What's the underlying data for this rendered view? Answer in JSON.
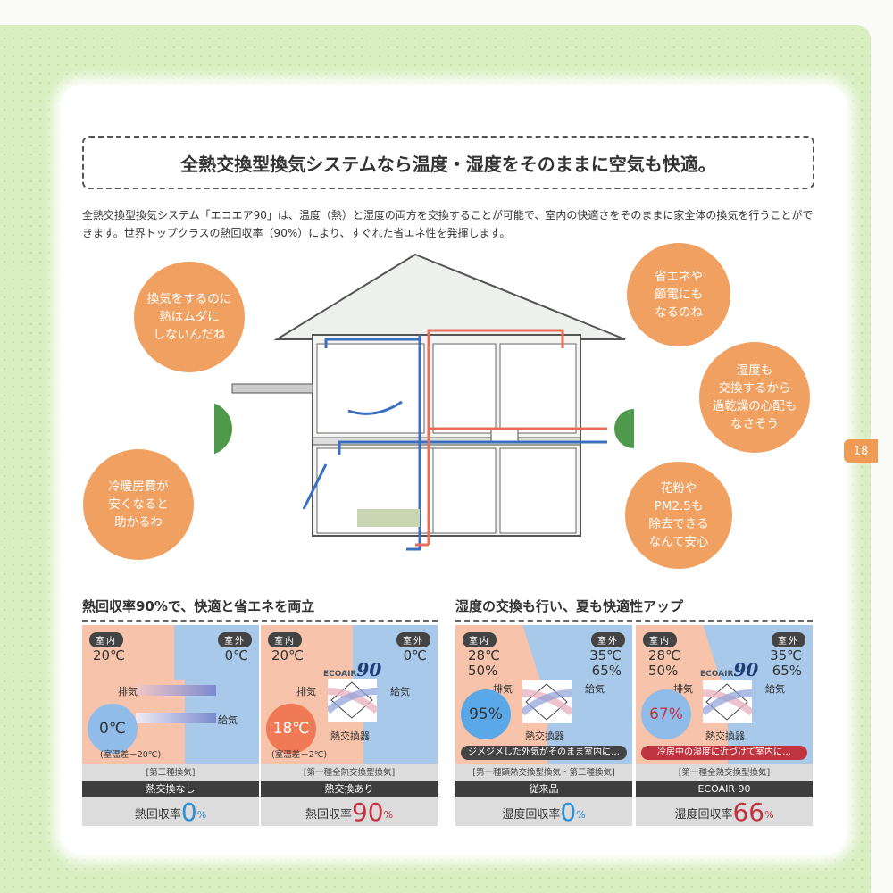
{
  "page_number": "18",
  "title": "全熱交換型換気システムなら温度・湿度をそのままに空気も快適。",
  "intro": "全熱交換型換気システム「エコエア90」は、温度（熱）と湿度の両方を交換することが可能で、室内の快適さをそのままに家全体の換気を行うことができます。世界トップクラスの熱回収率（90%）により、すぐれた省エネ性を発揮します。",
  "bubbles": {
    "b1": "換気をするのに\n熱はムダに\nしないんだね",
    "b2": "冷暖房費が\n安くなると\n助かるわ",
    "b3": "省エネや\n節電にも\nなるのね",
    "b4": "湿度も\n交換するから\n過乾燥の心配も\nなさそう",
    "b5": "花粉や\nPM2.5も\n除去できる\nなんて安心"
  },
  "sections": {
    "heat": "熱回収率90%で、快適と省エネを両立",
    "humidity": "湿度の交換も行い、夏も快適性アップ"
  },
  "labels": {
    "indoor": "室内",
    "outdoor": "室外",
    "exhaust": "排気",
    "supply": "給気",
    "exchanger": "熱交換器",
    "logo_text": "ECOAIR",
    "logo_num": "90"
  },
  "panels": [
    {
      "in": "20℃",
      "out": "0℃",
      "circle": "0℃",
      "diff": "(室温差－20℃)",
      "type": "[第三種換気]",
      "name": "熱交換なし",
      "metric": "熱回収率",
      "value": "0",
      "unit": "%"
    },
    {
      "in": "20℃",
      "out": "0℃",
      "circle": "18℃",
      "diff": "(室温差－2℃)",
      "type": "[第一種全熱交換型換気]",
      "name": "熱交換あり",
      "metric": "熱回収率",
      "value": "90",
      "unit": "%"
    },
    {
      "in": "28℃\n50%",
      "out": "35℃\n65%",
      "circle": "95%",
      "note": "ジメジメした外気がそのまま室内に…",
      "type": "[第一種顕熱交換型換気・第三種換気]",
      "name": "従来品",
      "metric": "湿度回収率",
      "value": "0",
      "unit": "%"
    },
    {
      "in": "28℃\n50%",
      "out": "35℃\n65%",
      "circle": "67%",
      "note": "冷房中の湿度に近づけて室内に…",
      "type": "[第一種全熱交換型換気]",
      "name": "ECOAIR 90",
      "metric": "湿度回収率",
      "value": "66",
      "unit": "%"
    }
  ],
  "colors": {
    "bubble": "#f0a060",
    "indoor": "#f7c3aa",
    "outdoor": "#a8c9ea",
    "blue_value": "#2d8fd5",
    "red_value": "#c0343f"
  }
}
